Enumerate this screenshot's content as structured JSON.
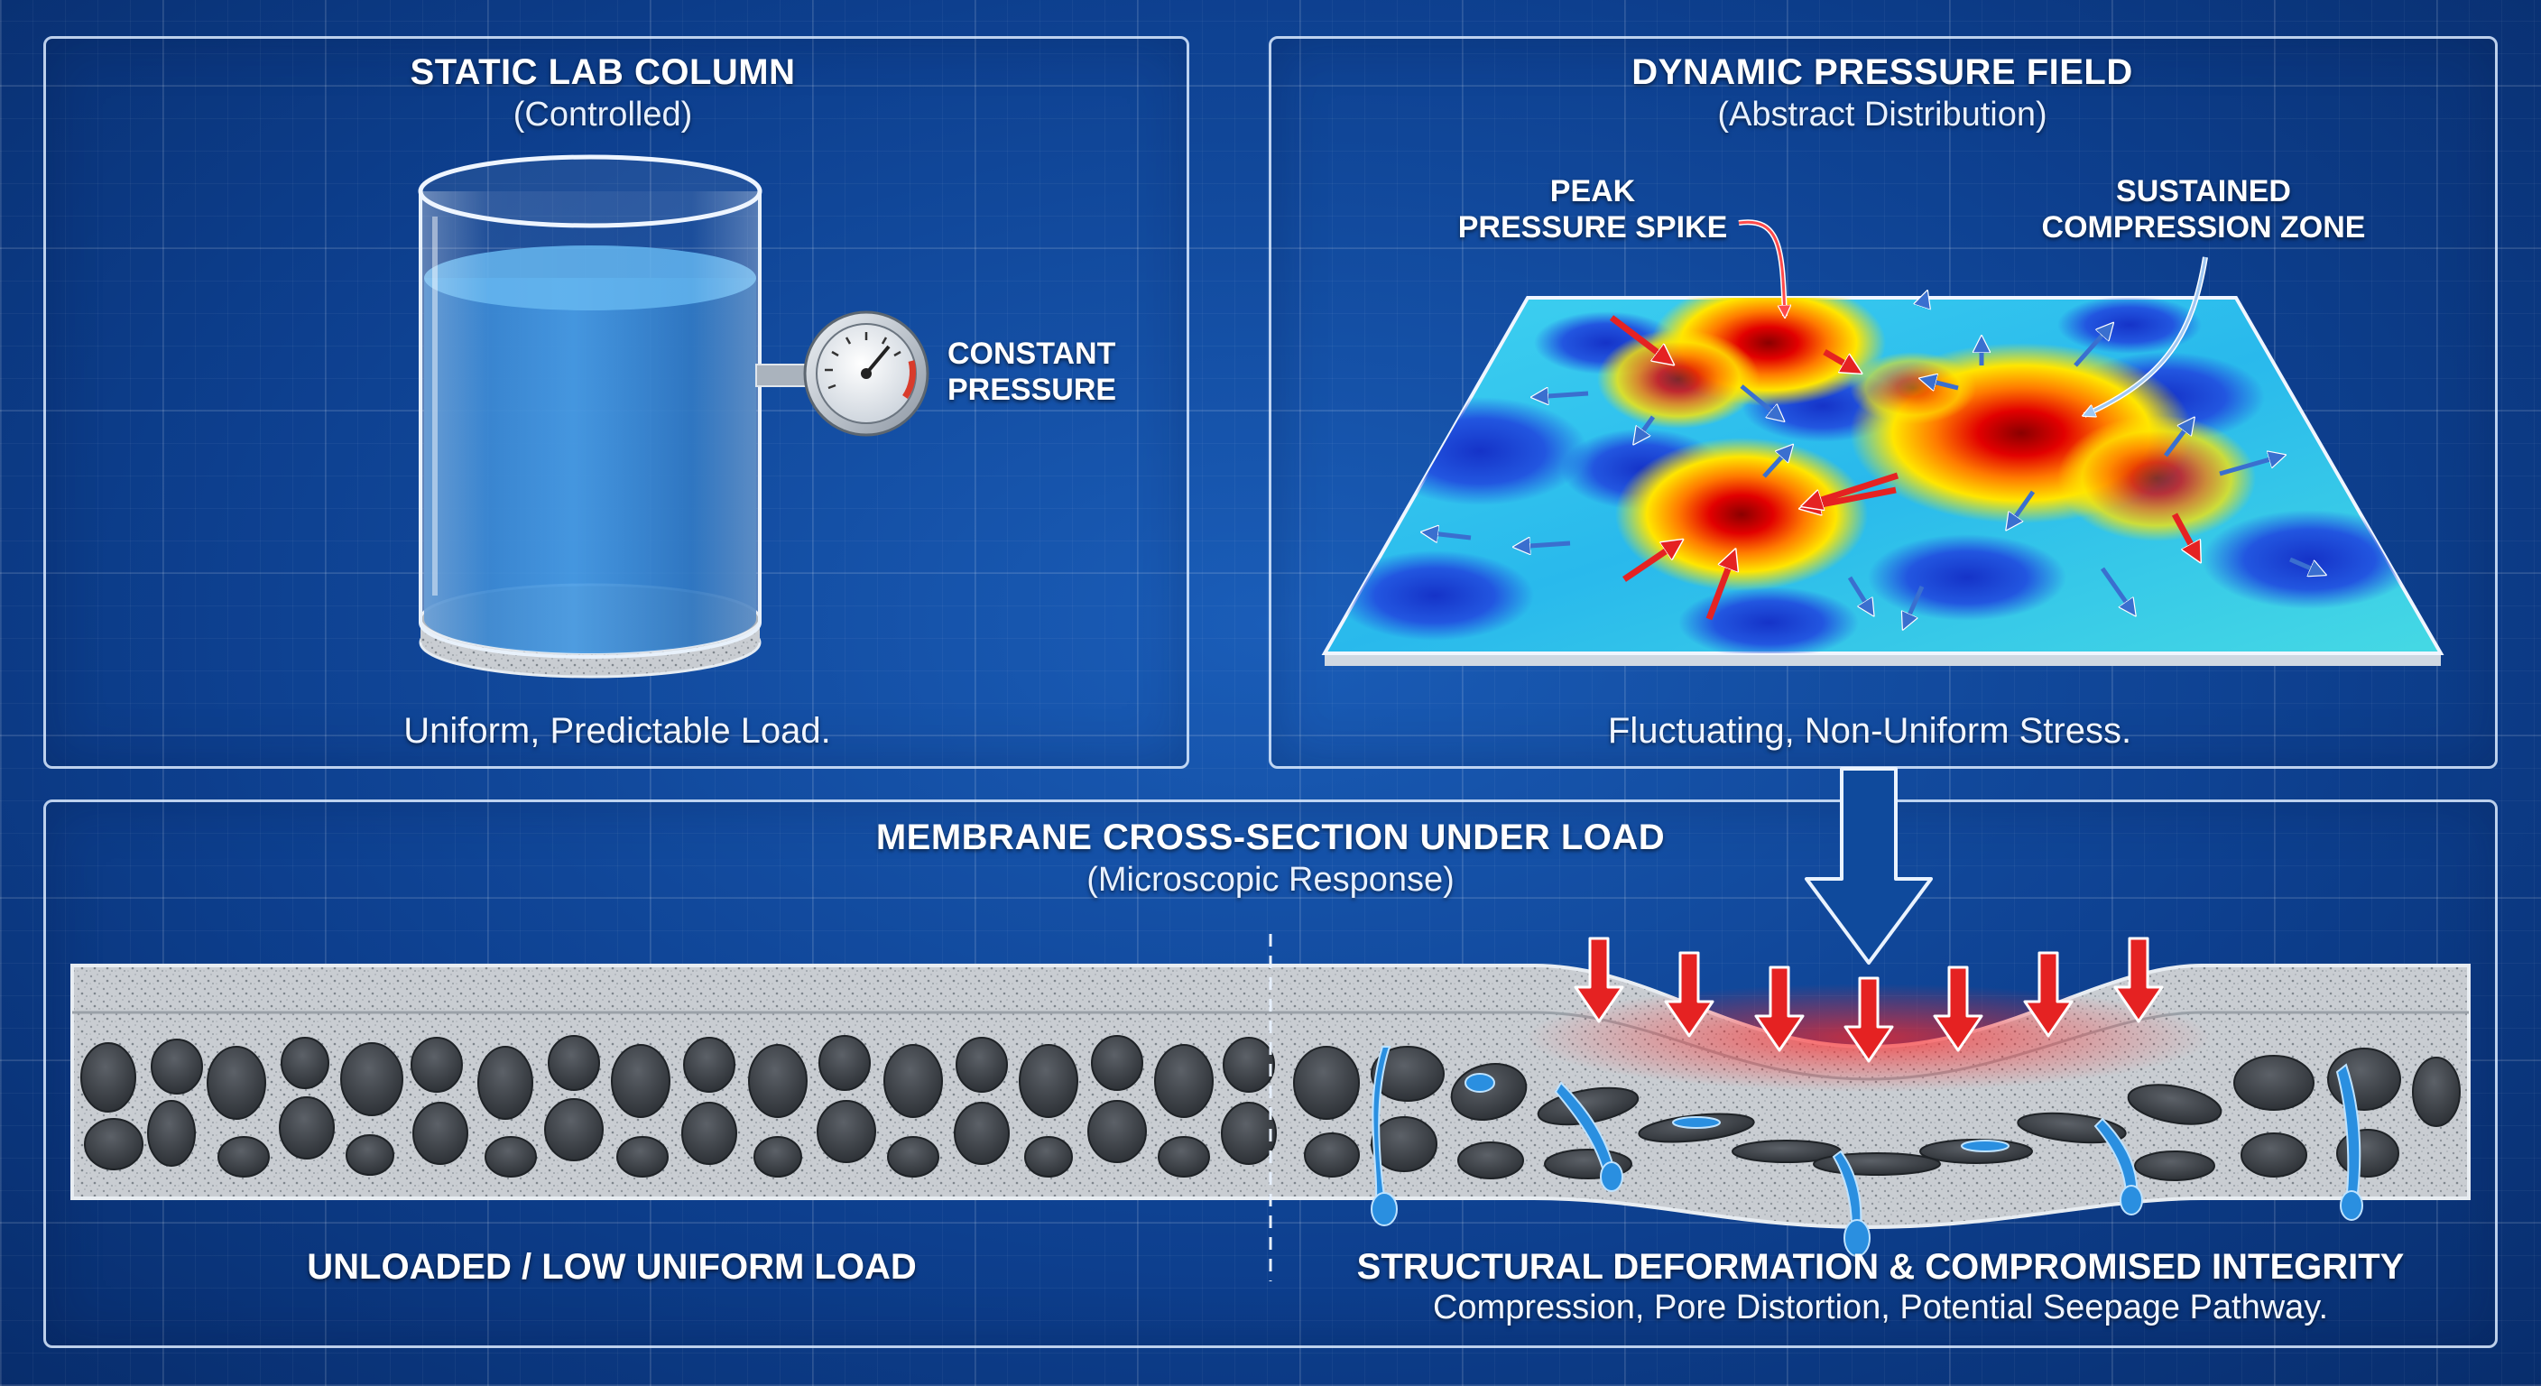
{
  "static_panel": {
    "title": "STATIC LAB COLUMN",
    "subtitle": "(Controlled)",
    "gauge_label_line1": "CONSTANT",
    "gauge_label_line2": "PRESSURE",
    "caption": "Uniform, Predictable Load."
  },
  "dynamic_panel": {
    "title": "DYNAMIC PRESSURE FIELD",
    "subtitle": "(Abstract Distribution)",
    "callout_peak_line1": "PEAK",
    "callout_peak_line2": "PRESSURE SPIKE",
    "callout_sustained_line1": "SUSTAINED",
    "callout_sustained_line2": "COMPRESSION ZONE",
    "caption": "Fluctuating, Non-Uniform Stress."
  },
  "membrane_panel": {
    "title": "MEMBRANE CROSS-SECTION UNDER LOAD",
    "subtitle": "(Microscopic Response)",
    "left_label": "UNLOADED / LOW UNIFORM LOAD",
    "right_label": "STRUCTURAL DEFORMATION & COMPROMISED INTEGRITY",
    "right_sublabel": "Compression, Pore Distortion, Potential Seepage Pathway."
  },
  "colors": {
    "background": "#0d3f8e",
    "panel_border": "#dcebff",
    "water": "#2f86d6",
    "hot": "#d40000",
    "cold": "#1a3fd8",
    "load_arrow": "#e52222",
    "seepage": "#2a8fe0"
  }
}
